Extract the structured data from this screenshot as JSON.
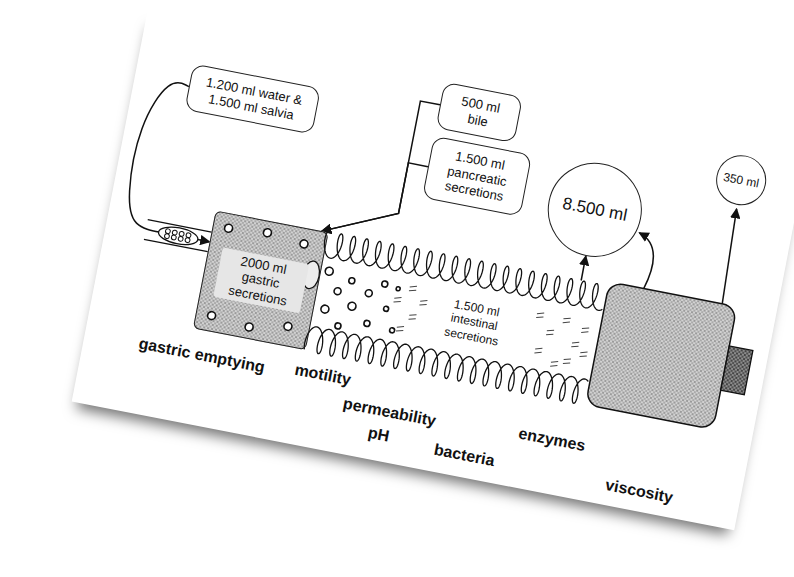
{
  "diagram": {
    "nodes": [
      {
        "text": [
          "1.200 ml water & 1.500 ml salvia"
        ]
      },
      {
        "text": [
          "500 ml bile"
        ]
      },
      {
        "text": [
          "1.500 ml pancreatic secretions"
        ]
      },
      {
        "text": [
          "8.500 ml"
        ]
      },
      {
        "text": [
          "350 ml"
        ]
      },
      {
        "text": [
          "2000 ml gastric secretions"
        ]
      },
      {
        "text": [
          "1.500 ml intestinal secretions"
        ]
      }
    ],
    "edges": [
      {
        "from": 0,
        "to": 5,
        "arrow": "to"
      },
      {
        "from": 1,
        "to": 5,
        "arrow": "to"
      },
      {
        "from": 2,
        "to": 5,
        "arrow": "to"
      },
      {
        "from": 6,
        "to": 3,
        "arrow": "to"
      }
    ],
    "labels": [
      "gastric emptying",
      "motility",
      "permeability",
      "pH",
      "bacteria",
      "enzymes",
      "viscosity"
    ]
  }
}
